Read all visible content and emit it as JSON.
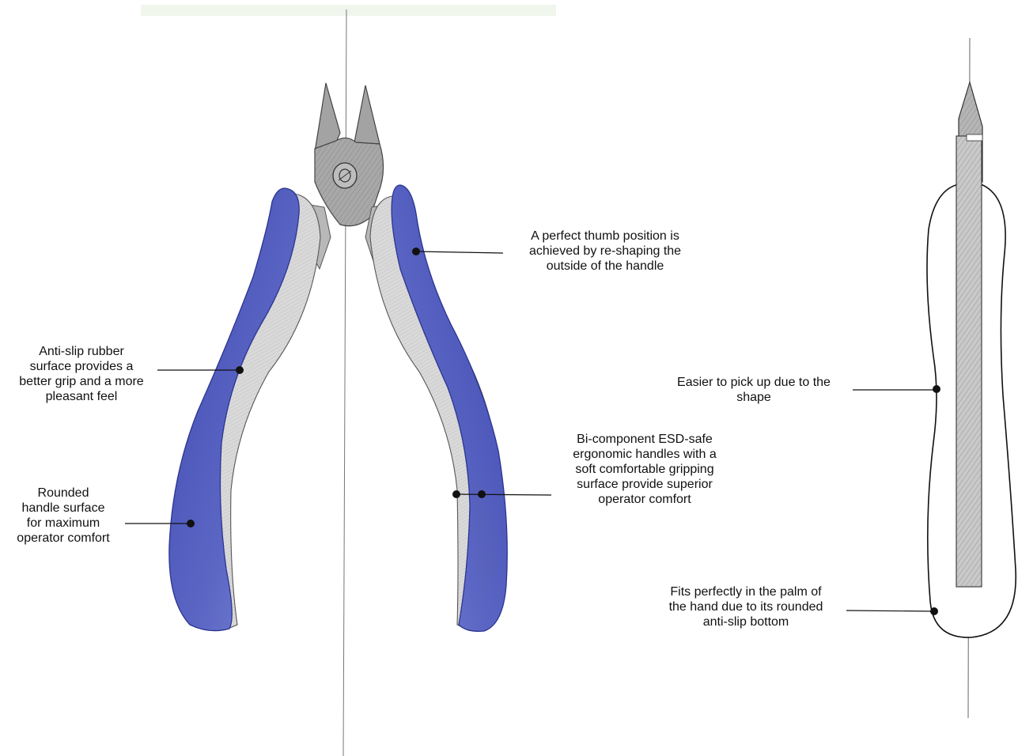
{
  "colors": {
    "handle_blue": "#4a55b8",
    "handle_blue_dark": "#2f3a9a",
    "metal_gray": "#9a9a9a",
    "line": "#111111"
  },
  "callouts": {
    "thumb_position": {
      "lines": [
        "A perfect thumb position is",
        "achieved by re-shaping the",
        "outside of the handle"
      ]
    },
    "anti_slip_surface": {
      "lines": [
        "Anti-slip rubber",
        "surface provides a",
        "better grip and a more",
        "pleasant feel"
      ]
    },
    "rounded_surface": {
      "lines": [
        "Rounded",
        "handle surface",
        "for maximum",
        "operator comfort"
      ]
    },
    "bi_component": {
      "lines": [
        "Bi-component ESD-safe",
        "ergonomic handles with a",
        "soft comfortable gripping",
        "surface provide superior",
        "operator comfort"
      ]
    },
    "easier_pickup": {
      "lines": [
        "Easier to pick up due to the",
        "shape"
      ]
    },
    "fits_palm": {
      "lines": [
        "Fits perfectly in the palm of",
        "the hand due to its rounded",
        "anti-slip bottom"
      ]
    }
  }
}
